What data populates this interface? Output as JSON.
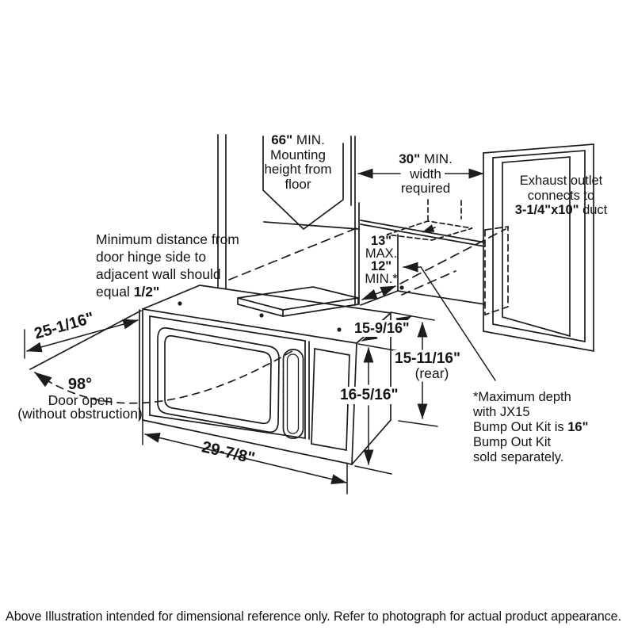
{
  "caption": "Above Illustration intended for dimensional reference only. Refer to photograph for actual product appearance.",
  "drawing": {
    "wall_labels": {
      "mounting_height": {
        "value": "66\"",
        "qualifier": " MIN.",
        "lines": [
          "Mounting",
          "height from",
          "floor"
        ]
      },
      "min_width": {
        "value": "30\"",
        "qualifier": " MIN.",
        "lines": [
          "width",
          "required"
        ]
      },
      "exhaust_outlet": {
        "line1": "Exhaust outlet",
        "line2": "connects to",
        "duct_size": "3-1/4\"x10\"",
        "duct_suffix": " duct"
      },
      "niche_depth": {
        "max_value": "13\"",
        "max_label": "MAX.",
        "min_value": "12\"",
        "min_label": "MIN.*"
      }
    },
    "notes": {
      "hinge_clearance": {
        "line1": "Minimum distance from",
        "line2": "door hinge side to",
        "line3": "adjacent wall should",
        "line4_prefix": "equal ",
        "line4_value": "1/2\""
      },
      "door_open": {
        "angle": "98°",
        "line1": "Door open",
        "line2": "(without obstruction)"
      },
      "bump_out": {
        "line1": "*Maximum depth",
        "line2": "with JX15",
        "line3_prefix": "Bump Out Kit is ",
        "line3_value": "16\"",
        "line4": "Bump Out Kit",
        "line5": "sold separately."
      }
    },
    "dimensions": {
      "door_open_depth": "25-1/16\"",
      "top_depth": "15-9/16\"",
      "rear_height": "15-11/16\"",
      "rear_qualifier": "(rear)",
      "front_height": "16-5/16\"",
      "overall_width": "29-7/8\""
    }
  },
  "colors": {
    "ink": "#1c1c1c",
    "background": "#ffffff"
  }
}
